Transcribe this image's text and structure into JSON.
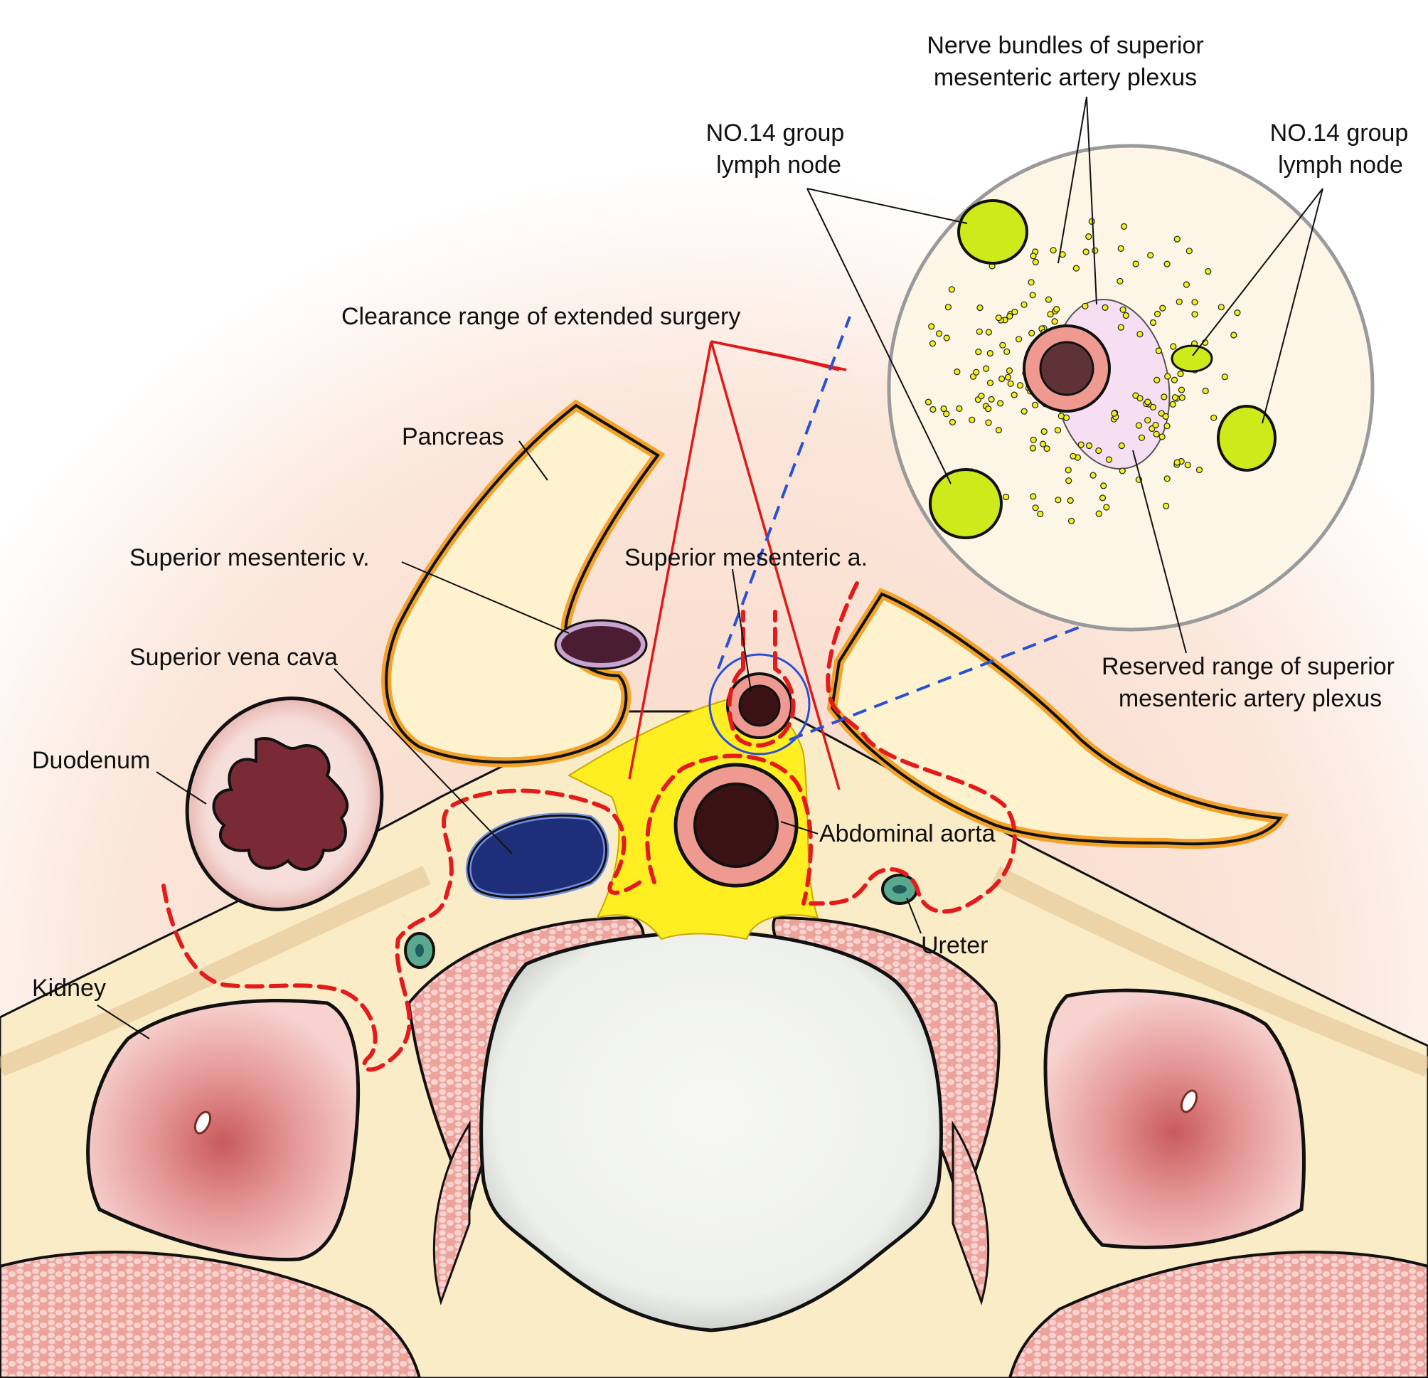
{
  "figure": {
    "type": "anatomical cross-section illustration",
    "colors": {
      "background_glow": "#f8dccb",
      "connective_tissue": "#fbeccc",
      "pancreas_fill": "#fff3d0",
      "pancreas_rim": "#f5a623",
      "artery_wall": "#ee9a90",
      "artery_lumen": "#3a1214",
      "vena_cava": "#1f2e78",
      "nerve_plexus": "#ffee22",
      "lymph_node": "#cdea1a",
      "ureter": "#5aa88e",
      "kidney": "#f0b6b4",
      "muscle": "#f4b7b2",
      "vertebra": "#f2f4f0",
      "clearance_line": "#e41b1b",
      "reserved_zone": "#f6dff2",
      "magnifier_link": "#2850d8",
      "inset_bg": "#fdf6e6"
    }
  },
  "labels": {
    "nerve_bundles": [
      "Nerve bundles of superior",
      "mesenteric artery plexus"
    ],
    "lymph_node_left": [
      "NO.14 group",
      "lymph node"
    ],
    "lymph_node_right": [
      "NO.14 group",
      "lymph node"
    ],
    "clearance_range": "Clearance range of extended surgery",
    "pancreas": "Pancreas",
    "superior_mesenteric_v": "Superior mesenteric v.",
    "superior_mesenteric_a": "Superior mesenteric a.",
    "superior_vena_cava": "Superior vena cava",
    "reserved_range": [
      "Reserved range of superior",
      "mesenteric artery plexus"
    ],
    "duodenum": "Duodenum",
    "abdominal_aorta": "Abdominal aorta",
    "ureter": "Ureter",
    "kidney": "Kidney"
  }
}
